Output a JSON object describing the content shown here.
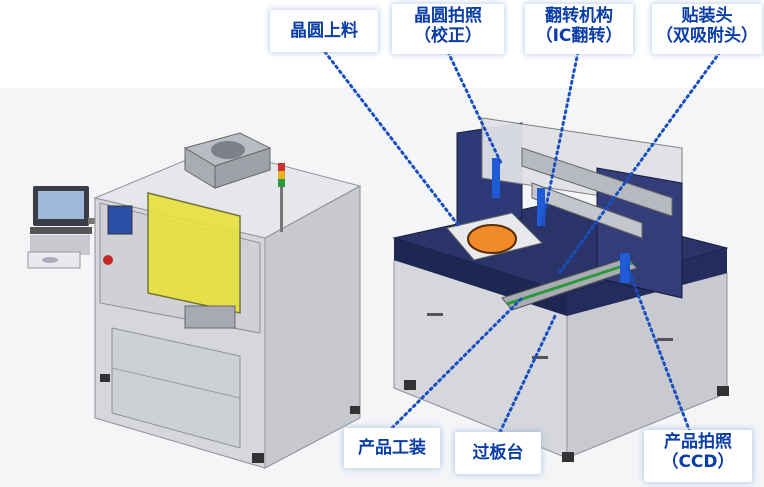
{
  "labels": {
    "wafer_loading": "晶圆上料",
    "wafer_photo_line1": "晶圆拍照",
    "wafer_photo_line2": "（校正）",
    "flip_line1": "翻转机构",
    "flip_line2": "（IC翻转）",
    "mount_line1": "贴装头",
    "mount_line2": "（双吸附头）",
    "product_fixture": "产品工装",
    "conveyor": "过板台",
    "product_photo_line1": "产品拍照",
    "product_photo_line2": "（CCD）"
  },
  "colors": {
    "label_text": "#0a3da8",
    "leader_line": "#1a4fc0",
    "machine_body": "#d9dbe0",
    "machine_top": "#2a3468",
    "window_yellow": "#e8e23a",
    "wafer_orange": "#f08a2a"
  }
}
